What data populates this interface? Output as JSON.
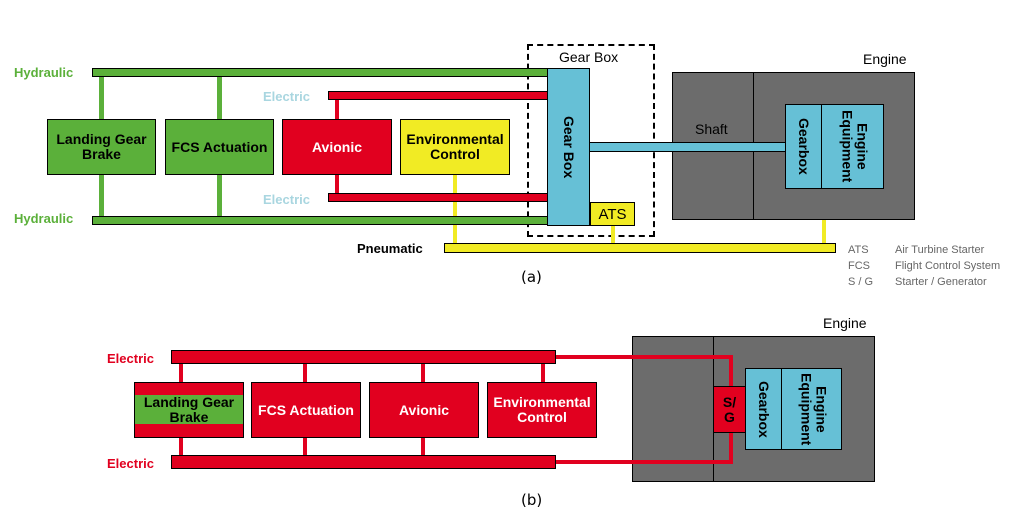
{
  "colors": {
    "hydraulic": "#5bb03a",
    "electric": "#e1001f",
    "electric_label_a": "#a9d6e0",
    "pneumatic": "#f1eb24",
    "gearbox": "#66c0d6",
    "engine": "#6c6c6c"
  },
  "a": {
    "hydraulic_top": "Hydraulic",
    "hydraulic_bottom": "Hydraulic",
    "electric_top": "Electric",
    "electric_bottom": "Electric",
    "pneumatic": "Pneumatic",
    "landing_gear": "Landing Gear Brake",
    "fcs": "FCS Actuation",
    "avionic": "Avionic",
    "env": "Environmental Control",
    "gearbox_region": "Gear Box",
    "gearbox": "Gear Box",
    "ats": "ATS",
    "engine": "Engine",
    "shaft": "Shaft",
    "engine_gearbox": "Gearbox",
    "engine_equipment": "Engine Equipment",
    "caption": "(a)"
  },
  "legend": [
    {
      "abbr": "ATS",
      "full": "Air Turbine Starter"
    },
    {
      "abbr": "FCS",
      "full": "Flight Control System"
    },
    {
      "abbr": "S / G",
      "full": "Starter / Generator"
    }
  ],
  "b": {
    "electric_top": "Electric",
    "electric_bottom": "Electric",
    "landing_gear": "Landing Gear Brake",
    "fcs": "FCS Actuation",
    "avionic": "Avionic",
    "env": "Environmental Control",
    "engine": "Engine",
    "sg": "S/ G",
    "engine_gearbox": "Gearbox",
    "engine_equipment": "Engine Equipment",
    "caption": "(b)"
  }
}
